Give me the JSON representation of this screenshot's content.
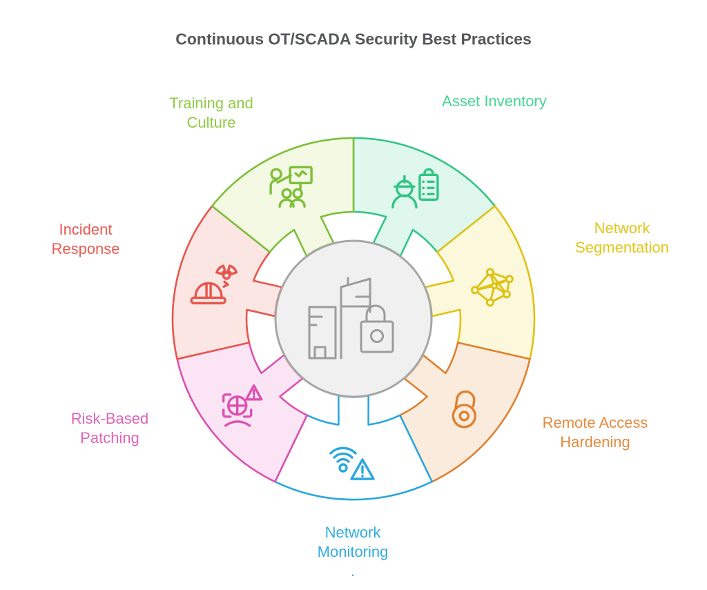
{
  "title": "Continuous OT/SCADA Security Best Practices",
  "title_color": "#555759",
  "center": {
    "icon": "factory-lock-icon",
    "fill": "#F0F0F0",
    "stroke": "#A6A6A6",
    "icon_color": "#9C9C9C"
  },
  "segments": [
    {
      "id": "asset-inventory",
      "label": "Asset Inventory",
      "color": "#2FC584",
      "fill": "#DFF7EC",
      "text_color": "#47D890",
      "icon": "worker-checklist-icon"
    },
    {
      "id": "network-segmentation",
      "label": "Network\nSegmentation",
      "color": "#DFC214",
      "fill": "#FCF8DC",
      "text_color": "#E3C61A",
      "icon": "network-mesh-icon"
    },
    {
      "id": "remote-access-hardening",
      "label": "Remote Access\nHardening",
      "color": "#E0802F",
      "fill": "#FBEBDC",
      "text_color": "#E68A3C",
      "icon": "open-padlock-icon"
    },
    {
      "id": "network-monitoring",
      "label": "Network\nMonitoring\n.",
      "color": "#2AA7DF",
      "fill": "#FFFFFF",
      "text_color": "#33ADE0",
      "icon": "wifi-alert-icon"
    },
    {
      "id": "risk-based-patching",
      "label": "Risk-Based\nPatching",
      "color": "#DE4FB2",
      "fill": "#FBE5F4",
      "text_color": "#E263BA",
      "icon": "globe-alert-icon"
    },
    {
      "id": "incident-response",
      "label": "Incident\nResponse",
      "color": "#E8554C",
      "fill": "#FCE6E3",
      "text_color": "#EA5A52",
      "icon": "hardhat-alarm-icon"
    },
    {
      "id": "training-and-culture",
      "label": "Training and\nCulture",
      "color": "#7DBE39",
      "fill": "#F3F9E2",
      "text_color": "#8FCC42",
      "icon": "presenter-audience-icon"
    }
  ]
}
